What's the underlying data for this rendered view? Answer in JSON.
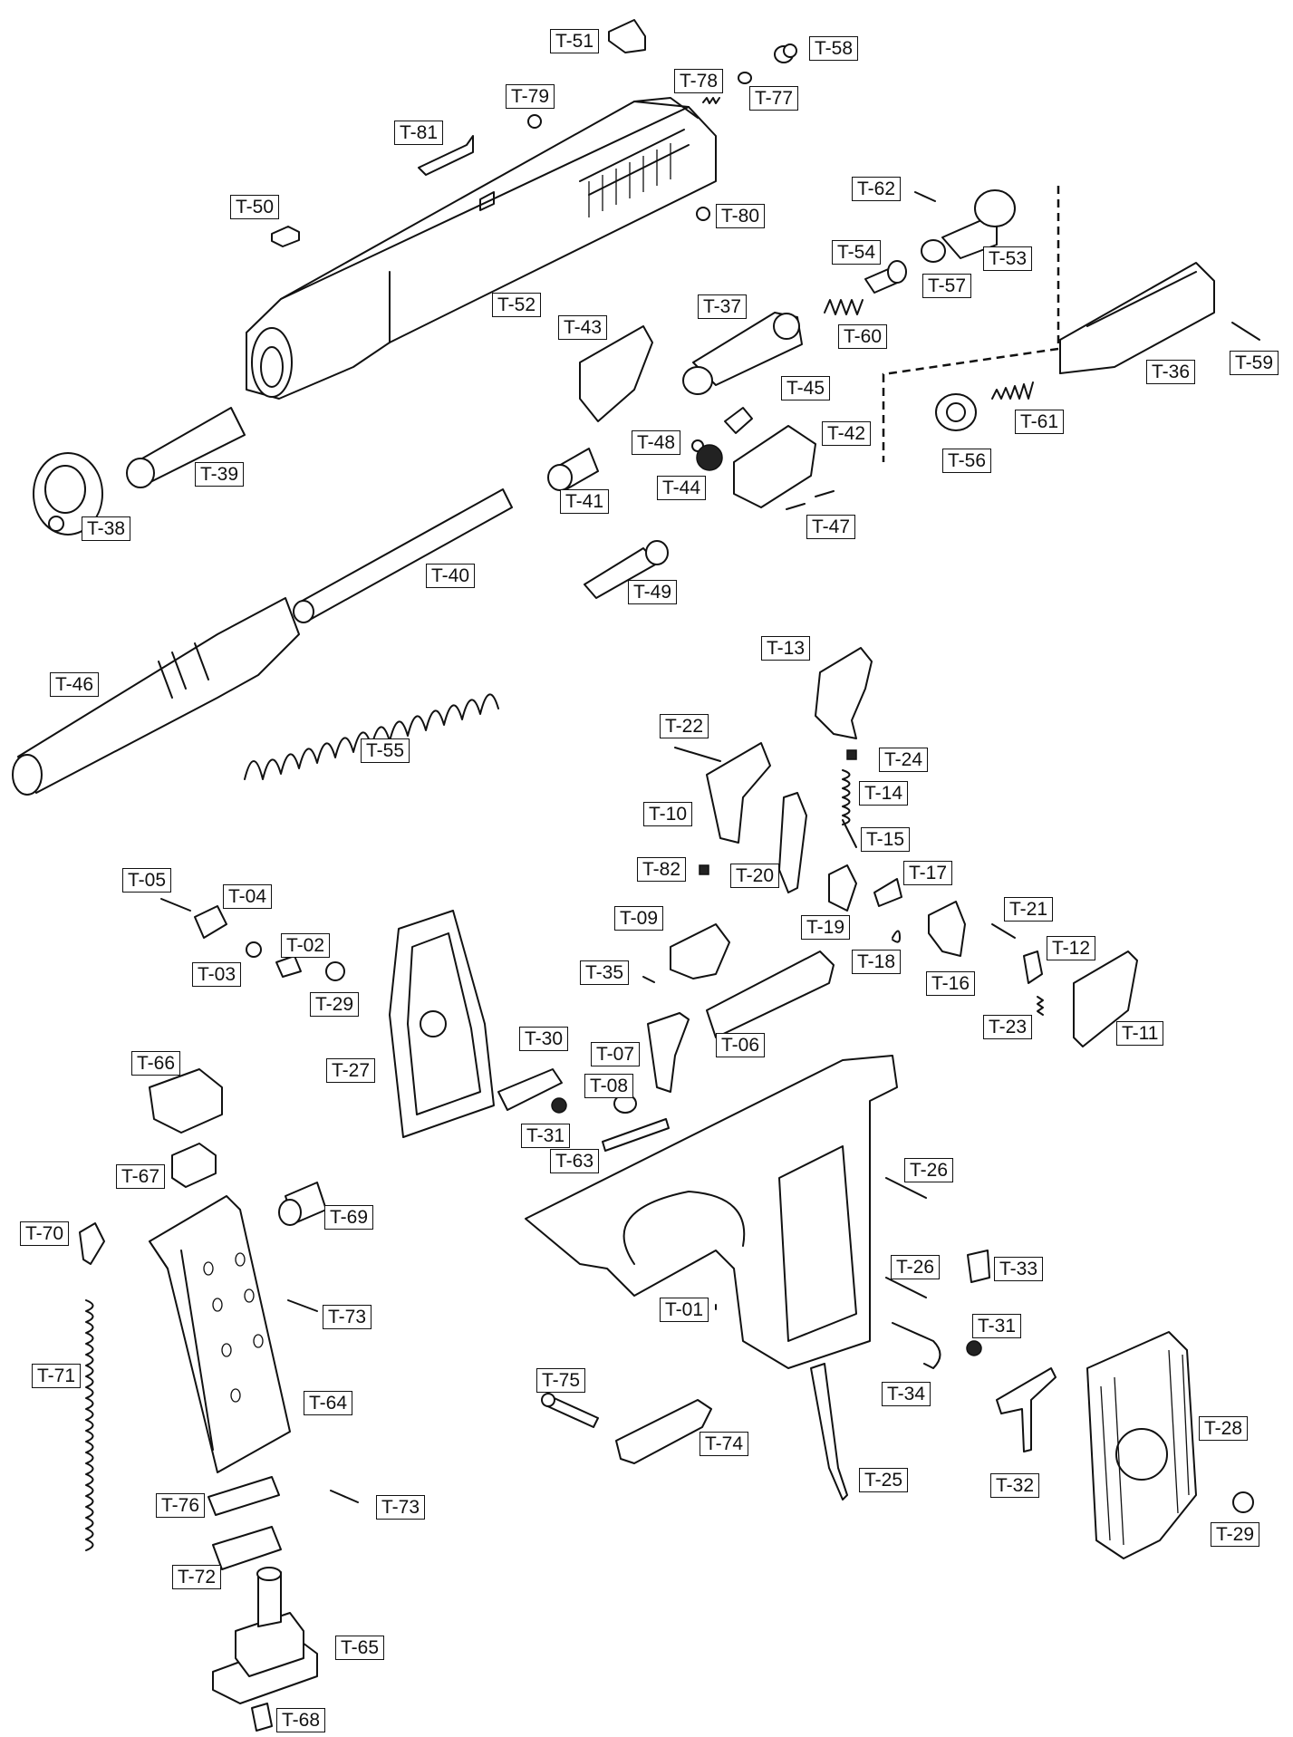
{
  "labels": {
    "T-51": "T-51",
    "T-58": "T-58",
    "T-78": "T-78",
    "T-77": "T-77",
    "T-79": "T-79",
    "T-81": "T-81",
    "T-50": "T-50",
    "T-80": "T-80",
    "T-62": "T-62",
    "T-53": "T-53",
    "T-54": "T-54",
    "T-57": "T-57",
    "T-37": "T-37",
    "T-60": "T-60",
    "T-52": "T-52",
    "T-43": "T-43",
    "T-36": "T-36",
    "T-59": "T-59",
    "T-45": "T-45",
    "T-61": "T-61",
    "T-48": "T-48",
    "T-42": "T-42",
    "T-56": "T-56",
    "T-39": "T-39",
    "T-44": "T-44",
    "T-41": "T-41",
    "T-47": "T-47",
    "T-38": "T-38",
    "T-40": "T-40",
    "T-49": "T-49",
    "T-13": "T-13",
    "T-46": "T-46",
    "T-55": "T-55",
    "T-22": "T-22",
    "T-24": "T-24",
    "T-14": "T-14",
    "T-10": "T-10",
    "T-15": "T-15",
    "T-82": "T-82",
    "T-20": "T-20",
    "T-17": "T-17",
    "T-05": "T-05",
    "T-04": "T-04",
    "T-21": "T-21",
    "T-09": "T-09",
    "T-19": "T-19",
    "T-02": "T-02",
    "T-12": "T-12",
    "T-18": "T-18",
    "T-03": "T-03",
    "T-35": "T-35",
    "T-16": "T-16",
    "T-29a": "T-29",
    "T-23": "T-23",
    "T-11": "T-11",
    "T-06": "T-06",
    "T-27": "T-27",
    "T-30": "T-30",
    "T-07": "T-07",
    "T-66": "T-66",
    "T-08": "T-08",
    "T-31a": "T-31",
    "T-63": "T-63",
    "T-26a": "T-26",
    "T-67": "T-67",
    "T-69": "T-69",
    "T-70": "T-70",
    "T-26b": "T-26",
    "T-33": "T-33",
    "T-73a": "T-73",
    "T-01": "T-01",
    "T-31b": "T-31",
    "T-71": "T-71",
    "T-34": "T-34",
    "T-75": "T-75",
    "T-64": "T-64",
    "T-28": "T-28",
    "T-74": "T-74",
    "T-25": "T-25",
    "T-32": "T-32",
    "T-76": "T-76",
    "T-73b": "T-73",
    "T-29b": "T-29",
    "T-72": "T-72",
    "T-65": "T-65",
    "T-68": "T-68"
  }
}
